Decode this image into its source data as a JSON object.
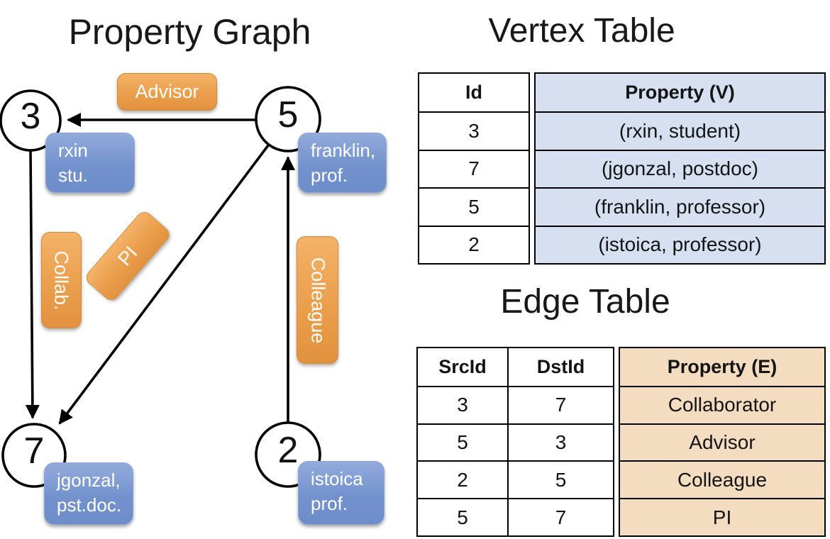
{
  "titles": {
    "graph": "Property Graph",
    "vertex_table": "Vertex Table",
    "edge_table": "Edge Table"
  },
  "graph": {
    "nodes": [
      {
        "id": "3",
        "property_lines": [
          "rxin",
          "stu."
        ]
      },
      {
        "id": "5",
        "property_lines": [
          "franklin,",
          "prof."
        ]
      },
      {
        "id": "7",
        "property_lines": [
          "jgonzal,",
          "pst.doc."
        ]
      },
      {
        "id": "2",
        "property_lines": [
          "istoica",
          "prof."
        ]
      }
    ],
    "edge_labels": [
      "Advisor",
      "Collab.",
      "PI",
      "Colleague"
    ]
  },
  "vertex_table": {
    "headers": {
      "id": "Id",
      "property": "Property (V)"
    },
    "rows": [
      {
        "id": "3",
        "property": "(rxin, student)"
      },
      {
        "id": "7",
        "property": "(jgonzal, postdoc)"
      },
      {
        "id": "5",
        "property": "(franklin, professor)"
      },
      {
        "id": "2",
        "property": "(istoica, professor)"
      }
    ]
  },
  "edge_table": {
    "headers": {
      "src": "SrcId",
      "dst": "DstId",
      "property": "Property (E)"
    },
    "rows": [
      {
        "src": "3",
        "dst": "7",
        "property": "Collaborator"
      },
      {
        "src": "5",
        "dst": "3",
        "property": "Advisor"
      },
      {
        "src": "2",
        "dst": "5",
        "property": "Colleague"
      },
      {
        "src": "5",
        "dst": "7",
        "property": "PI"
      }
    ]
  },
  "colors": {
    "edge_label_fill": "#ea9f4c",
    "vertex_label_fill": "#7a99d2",
    "vertex_property_cell": "#d7e0f1",
    "edge_property_cell": "#f4dcc1",
    "line": "#000000"
  }
}
